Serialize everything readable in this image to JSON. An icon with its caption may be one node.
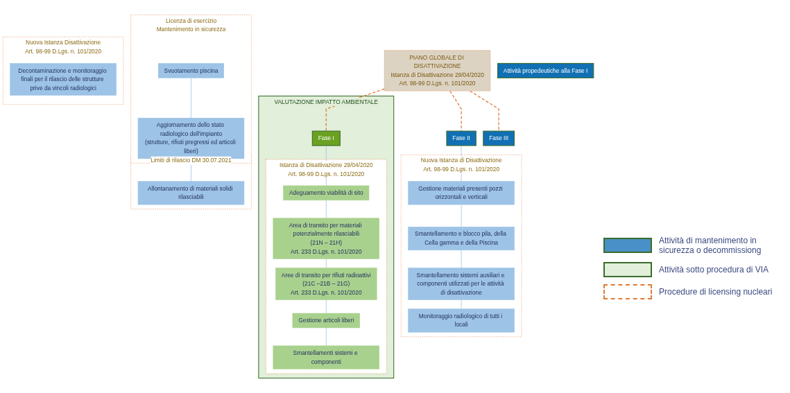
{
  "diagram": {
    "nodes": [
      {
        "text": [
          "PIANO GLOBALE DI DISATTIVAZIONE",
          "Istanza di Disattivazione 29/04/2020",
          "Art. 98-99 D.Lgs. n. 101/2020"
        ]
      },
      {
        "text": [
          "Attività propedeutiche alla Fase I"
        ]
      },
      {
        "text": [
          "Licenza di esercizio",
          "Mantenimento in sicurezza"
        ]
      },
      {
        "text": [
          "Svuotamento piscina"
        ],
        "in": 2
      },
      {
        "text": [
          "Aggiornamento dello stato radiologico dell'impianto",
          "(strutture, rifiuti pregressi ed articoli liberi)"
        ],
        "in": 2
      },
      {
        "text": [
          "Limiti di rilascio DM 30.07.2021"
        ]
      },
      {
        "text": [
          "Allontanamento di materiali solidi rilasciabili"
        ],
        "in": 5
      },
      {
        "text": [
          "VALUTAZIONE IMPATTO AMBIENTALE"
        ]
      },
      {
        "text": [
          "Fase I"
        ],
        "in": 7
      },
      {
        "text": [
          "Istanza di Disattivazione 29/04/2020",
          "Art. 98-99 D.Lgs. n. 101/2020"
        ],
        "in": 7
      },
      {
        "text": [
          "Adeguamento viabilità di sito"
        ],
        "in": 9
      },
      {
        "text": [
          "Area di transito per materiali potenzialmente rilasciabili",
          "(21N – 21H)",
          "Art. 233 D.Lgs. n. 101/2020"
        ],
        "in": 9
      },
      {
        "text": [
          "Aree di transito per rifiuti radioattivi",
          "(21C –21B – 21G)",
          "Art. 233 D.Lgs. n. 101/2020"
        ],
        "in": 9
      },
      {
        "text": [
          "Gestione articoli liberi"
        ],
        "in": 9
      },
      {
        "text": [
          "Smantellamenti sistemi e componenti"
        ],
        "in": 9
      },
      {
        "text": [
          "Fase II"
        ]
      },
      {
        "text": [
          "Nuova Istanza di Disattivazione",
          "Art. 98-99 D.Lgs. n. 101/2020"
        ]
      },
      {
        "text": [
          "Gestione materiali presenti pozzi orizzontali e verticali"
        ],
        "in": 16
      },
      {
        "text": [
          "Smantellamento e blocco pila, della Cella gamma e della Piscina"
        ],
        "in": 16
      },
      {
        "text": [
          "Smantellamento sistemi ausiliari e componenti utilizzati per le attività di disattivazione"
        ],
        "in": 16
      },
      {
        "text": [
          "Monitoraggio radiologico di tutti i locali"
        ],
        "in": 16
      },
      {
        "text": [
          "Fase III"
        ]
      },
      {
        "text": [
          "Nuova Istanza Disattivazione",
          "Art. 98-99 D.Lgs. n. 101/2020"
        ]
      },
      {
        "text": [
          "Decontaminazione e monitoraggio finali per il rilascio delle strutture prive da vincoli radiologici"
        ],
        "in": 22
      }
    ],
    "edges": [
      {
        "from": 0,
        "to": 8,
        "arrow": "none",
        "style": "dashed",
        "color": "#e07b39"
      },
      {
        "from": 0,
        "to": 15,
        "arrow": "none",
        "style": "dashed",
        "color": "#e07b39"
      },
      {
        "from": 0,
        "to": 21,
        "arrow": "none",
        "style": "dashed",
        "color": "#e07b39"
      },
      {
        "from": 3,
        "to": 4,
        "arrow": "none"
      },
      {
        "from": 4,
        "to": 6,
        "arrow": "none"
      },
      {
        "from": 8,
        "to": 10,
        "arrow": "none"
      },
      {
        "from": 10,
        "to": 11,
        "arrow": "none"
      },
      {
        "from": 11,
        "to": 12,
        "arrow": "none"
      },
      {
        "from": 12,
        "to": 13,
        "arrow": "none"
      },
      {
        "from": 13,
        "to": 14,
        "arrow": "none"
      },
      {
        "from": 15,
        "to": 17,
        "arrow": "none"
      },
      {
        "from": 17,
        "to": 18,
        "arrow": "none"
      },
      {
        "from": 18,
        "to": 19,
        "arrow": "none"
      },
      {
        "from": 19,
        "to": 20,
        "arrow": "none"
      }
    ],
    "legend": [
      {
        "text": "Attività di mantenimento in sicurezza o decommissiong",
        "color": "#4a90c8"
      },
      {
        "text": "Attività sotto procedura di VIA",
        "color": "#e2efda"
      },
      {
        "text": "Procedure di licensing nucleari"
      }
    ]
  }
}
